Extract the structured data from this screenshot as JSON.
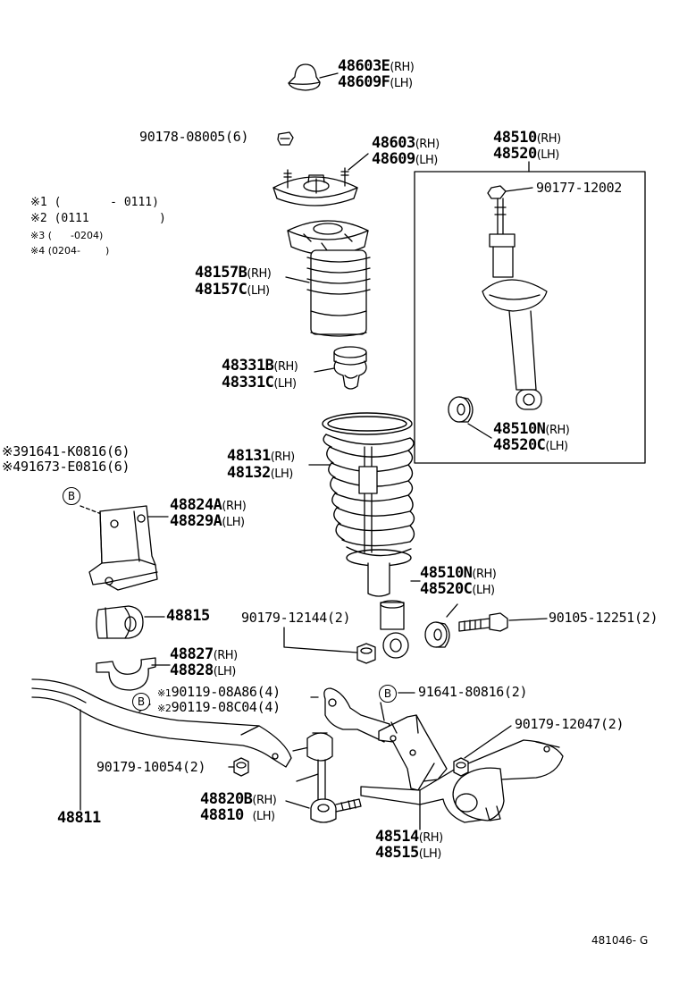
{
  "diagram": {
    "reference_code": "481046- G",
    "condition_notes": [
      {
        "mark": "※1",
        "range": "(       - 0111)"
      },
      {
        "mark": "※2",
        "range": "(0111          )"
      },
      {
        "mark": "※3",
        "range": "(      -0204)"
      },
      {
        "mark": "※4",
        "range": "(0204-        )"
      }
    ],
    "parts": {
      "cap_rh": "48603E",
      "cap_lh": "48609F",
      "nut_top": "90178-08005(6)",
      "support_rh": "48603",
      "support_lh": "48609",
      "absorber_rh": "48510",
      "absorber_lh": "48520",
      "absorber_nut": "90177-12002",
      "bound_rh": "48157B",
      "bound_lh": "48157C",
      "bumper_rh": "48331B",
      "bumper_lh": "48331C",
      "spring_rh": "48131",
      "spring_lh": "48132",
      "bushing_box_rh": "48510N",
      "bushing_box_lh": "48520C",
      "bushing_rh": "48510N",
      "bushing_lh": "48520C",
      "bolt_lower": "90105-12251(2)",
      "nut_lower": "90179-12144(2)",
      "bolt_b3": "※391641-K0816(6)",
      "bolt_b4": "※491673-E0816(6)",
      "bracket_rh": "48824A",
      "bracket_lh": "48829A",
      "stab_bush": "48815",
      "stab_bracket_rh": "48827",
      "stab_bracket_lh": "48828",
      "bolt_s1": "90119-08A86(4)",
      "bolt_s2": "90119-08C04(4)",
      "mark_s1": "※1",
      "mark_s2": "※2",
      "bolt_91641": "91641-80816(2)",
      "nut_90179_47": "90179-12047(2)",
      "nut_90179_54": "90179-10054(2)",
      "link_rh": "48820B",
      "link_lh": "48810",
      "stabilizer": "48811",
      "lower_bracket_rh": "48514",
      "lower_bracket_lh": "48515"
    },
    "sides": {
      "rh": "(RH)",
      "lh": "(LH)"
    },
    "circle_marker": "B"
  }
}
